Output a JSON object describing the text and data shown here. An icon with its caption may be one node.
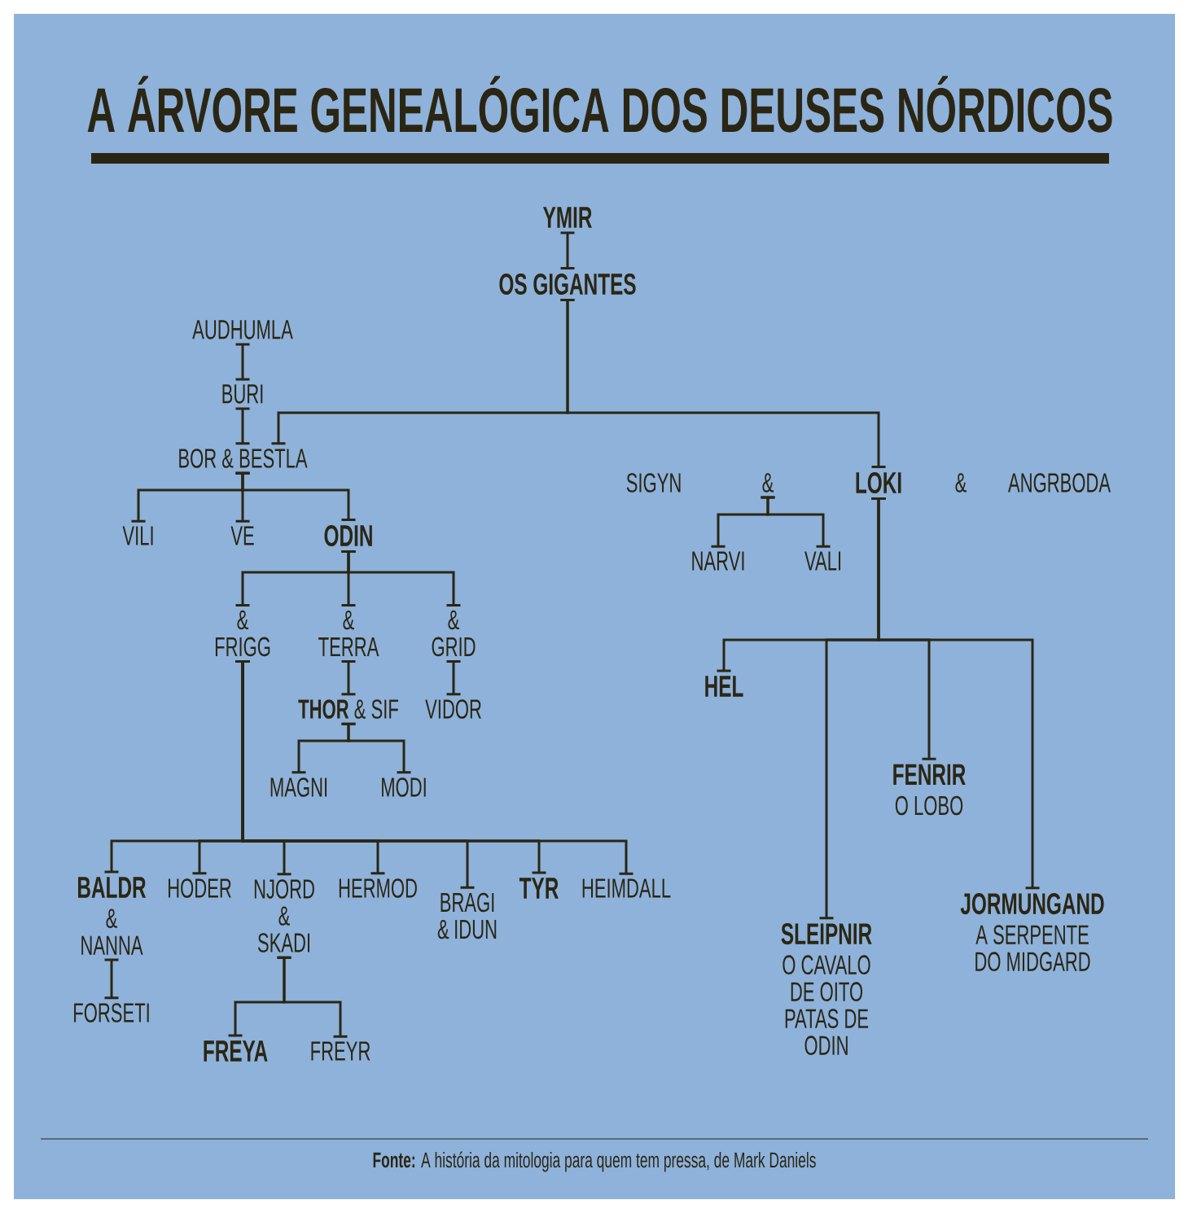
{
  "diagram": {
    "title": "A ÁRVORE GENEALÓGICA DOS DEUSES NÓRDICOS",
    "caption": "**Fonte:** A história da mitologia para quem tem pressa, de Mark Daniels",
    "nodes": [
      {
        "text": [
          "YMIR"
        ]
      },
      {
        "text": [
          "OS GIGANTES"
        ]
      },
      {
        "text": [
          "AUDHUMLA"
        ]
      },
      {
        "text": [
          "BURI"
        ]
      },
      {
        "text": [
          "BOR & BESTLA"
        ]
      },
      {
        "text": [
          "VILI"
        ]
      },
      {
        "text": [
          "VE"
        ]
      },
      {
        "text": [
          "ODIN"
        ]
      },
      {
        "text": [
          "&"
        ]
      },
      {
        "text": [
          "LOKI"
        ]
      },
      {
        "text": [
          "NARVI"
        ]
      },
      {
        "text": [
          "VALI"
        ]
      },
      {
        "text": [
          "& FRIGG"
        ]
      },
      {
        "text": [
          "& TERRA"
        ]
      },
      {
        "text": [
          "& GRID"
        ]
      },
      {
        "text": [
          "**THOR** & SIF"
        ]
      },
      {
        "text": [
          "VIDOR"
        ]
      },
      {
        "text": [
          "MAGNI"
        ]
      },
      {
        "text": [
          "MODI"
        ]
      },
      {
        "text": [
          "HEL"
        ]
      },
      {
        "text": [
          "FENRIR",
          "O LOBO"
        ]
      },
      {
        "text": [
          "SLEIPNIR",
          "O CAVALO DE OITO PATAS DE ODIN"
        ]
      },
      {
        "text": [
          "JORMUNGAND",
          "A SERPENTE DO MIDGARD"
        ]
      },
      {
        "text": [
          "BALDR",
          "& NANNA"
        ]
      },
      {
        "text": [
          "HODER"
        ]
      },
      {
        "text": [
          "NJORD & SKADI"
        ]
      },
      {
        "text": [
          "HERMOD"
        ]
      },
      {
        "text": [
          "BRAGI & IDUN"
        ]
      },
      {
        "text": [
          "TYR"
        ]
      },
      {
        "text": [
          "HEIMDALL"
        ]
      },
      {
        "text": [
          "FORSETI"
        ]
      },
      {
        "text": [
          "FREYA"
        ]
      },
      {
        "text": [
          "FREYR"
        ]
      }
    ],
    "edges": [
      {
        "from": 0,
        "to": 1,
        "arrow": "none"
      },
      {
        "from": 1,
        "to": 4,
        "arrow": "none"
      },
      {
        "from": 1,
        "to": 9,
        "arrow": "none"
      },
      {
        "from": 2,
        "to": 3,
        "arrow": "none"
      },
      {
        "from": 3,
        "to": 4,
        "arrow": "none"
      },
      {
        "from": 4,
        "to": 5,
        "arrow": "none"
      },
      {
        "from": 4,
        "to": 6,
        "arrow": "none"
      },
      {
        "from": 4,
        "to": 7,
        "arrow": "none"
      },
      {
        "from": 8,
        "to": 10,
        "arrow": "none"
      },
      {
        "from": 8,
        "to": 11,
        "arrow": "none"
      },
      {
        "from": 7,
        "to": 12,
        "arrow": "none"
      },
      {
        "from": 7,
        "to": 13,
        "arrow": "none"
      },
      {
        "from": 7,
        "to": 14,
        "arrow": "none"
      },
      {
        "from": 13,
        "to": 15,
        "arrow": "none"
      },
      {
        "from": 14,
        "to": 16,
        "arrow": "none"
      },
      {
        "from": 15,
        "to": 17,
        "arrow": "none"
      },
      {
        "from": 15,
        "to": 18,
        "arrow": "none"
      },
      {
        "from": 9,
        "to": 19,
        "arrow": "none"
      },
      {
        "from": 9,
        "to": 21,
        "arrow": "none"
      },
      {
        "from": 9,
        "to": 20,
        "arrow": "none"
      },
      {
        "from": 9,
        "to": 22,
        "arrow": "none"
      },
      {
        "from": 12,
        "to": 23,
        "arrow": "none"
      },
      {
        "from": 12,
        "to": 24,
        "arrow": "none"
      },
      {
        "from": 12,
        "to": 25,
        "arrow": "none"
      },
      {
        "from": 12,
        "to": 26,
        "arrow": "none"
      },
      {
        "from": 12,
        "to": 27,
        "arrow": "none"
      },
      {
        "from": 12,
        "to": 28,
        "arrow": "none"
      },
      {
        "from": 12,
        "to": 29,
        "arrow": "none"
      },
      {
        "from": 23,
        "to": 30,
        "arrow": "none"
      },
      {
        "from": 25,
        "to": 31,
        "arrow": "none"
      },
      {
        "from": 25,
        "to": 32,
        "arrow": "none"
      }
    ],
    "labels": [
      "SIGYN",
      "&",
      "ANGRBODA"
    ]
  }
}
